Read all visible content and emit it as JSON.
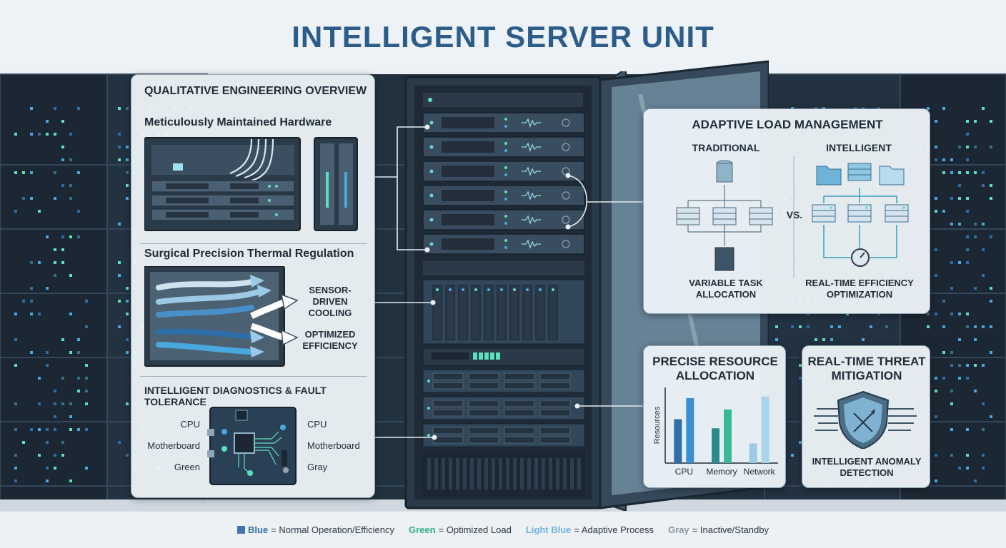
{
  "title": "INTELLIGENT SERVER UNIT",
  "left_panel": {
    "heading": "QUALITATIVE ENGINEERING OVERVIEW",
    "hardware_title": "Meticulously Maintained Hardware",
    "thermal_title": "Surgical Precision Thermal Regulation",
    "thermal_labels": [
      "SENSOR-DRIVEN COOLING",
      "OPTIMIZED EFFICIENCY"
    ],
    "diag_title": "INTELLIGENT DIAGNOSTICS & FAULT TOLERANCE",
    "diag_left": [
      "CPU",
      "Motherboard",
      "Green"
    ],
    "diag_right": [
      "CPU",
      "Motherboard",
      "Gray"
    ]
  },
  "load_panel": {
    "heading": "ADAPTIVE LOAD MANAGEMENT",
    "traditional": "TRADITIONAL",
    "intelligent": "INTELLIGENT",
    "vs": "VS.",
    "traditional_caption": "VARIABLE TASK ALLOCATION",
    "intelligent_caption": "REAL-TIME EFFICIENCY OPTIMIZATION"
  },
  "resource_panel": {
    "heading": "PRECISE RESOURCE ALLOCATION"
  },
  "threat_panel": {
    "heading": "REAL-TIME THREAT MITIGATION",
    "caption": "INTELLIGENT ANOMALY DETECTION"
  },
  "chart_data": {
    "type": "bar",
    "ylabel": "Resources",
    "categories": [
      "CPU",
      "Memory",
      "Network"
    ],
    "series": [
      {
        "values": [
          5.8,
          4.6,
          2.6
        ],
        "color": "#2f6ea8"
      },
      {
        "values": [
          8.6,
          7.1,
          8.8
        ],
        "color": "#3a9ec0"
      }
    ],
    "ylim": [
      0,
      10
    ]
  },
  "legend": [
    {
      "key": "Blue",
      "text": " = Normal Operation/Efficiency",
      "color": "#2f6ea8"
    },
    {
      "key": "Green",
      "text": " = Optimized Load",
      "color": "#2fae8e"
    },
    {
      "key": "Light Blue",
      "text": " = Adaptive Process",
      "color": "#6fb4d8"
    },
    {
      "key": "Gray",
      "text": " = Inactive/Standby",
      "color": "#8a96a1"
    }
  ],
  "colors": {
    "title": "#2c5d8a",
    "rack_dark": "#1d2b38",
    "rack_mid": "#2d3f4f",
    "led_green": "#5ee0c0",
    "led_blue": "#4aa8e0"
  }
}
